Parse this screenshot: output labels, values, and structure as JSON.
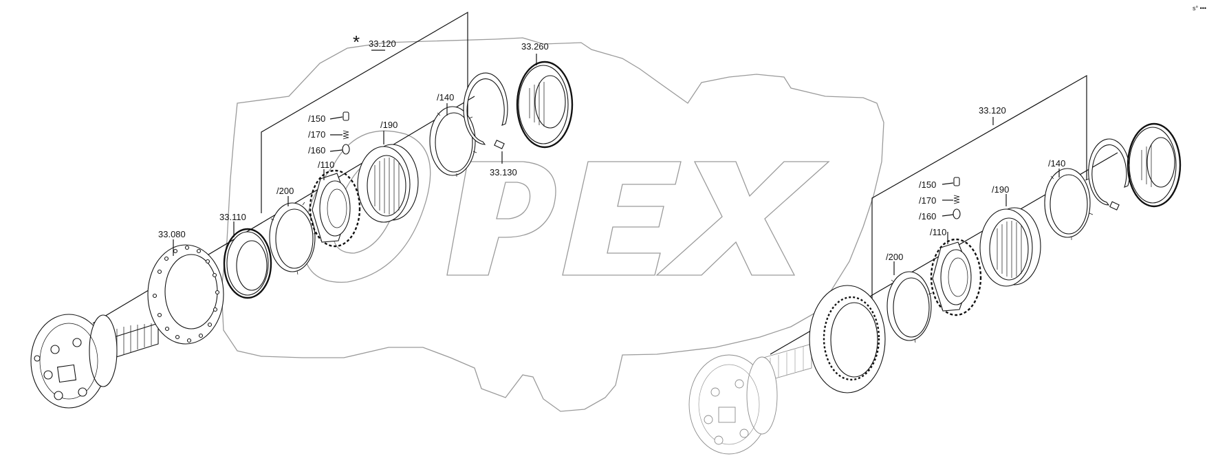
{
  "watermark": {
    "text": "OPEX"
  },
  "corner_mark": "s° •••",
  "labels": {
    "asterisk": "*",
    "left": {
      "assembly": "33.120",
      "p080": "33.080",
      "p110a": "33.110",
      "p200": "/200",
      "p110b": "/110",
      "p150": "/150",
      "p170": "/170",
      "p160": "/160",
      "p190": "/190",
      "p140": "/140",
      "p130": "33.130",
      "p260": "33.260"
    },
    "right": {
      "assembly": "33.120",
      "p150": "/150",
      "p170": "/170",
      "p160": "/160",
      "p110": "/110",
      "p200": "/200",
      "p190": "/190",
      "p140": "/140"
    }
  },
  "colors": {
    "line": "#111111",
    "watermark": "#9a9a9a",
    "background": "#ffffff"
  }
}
